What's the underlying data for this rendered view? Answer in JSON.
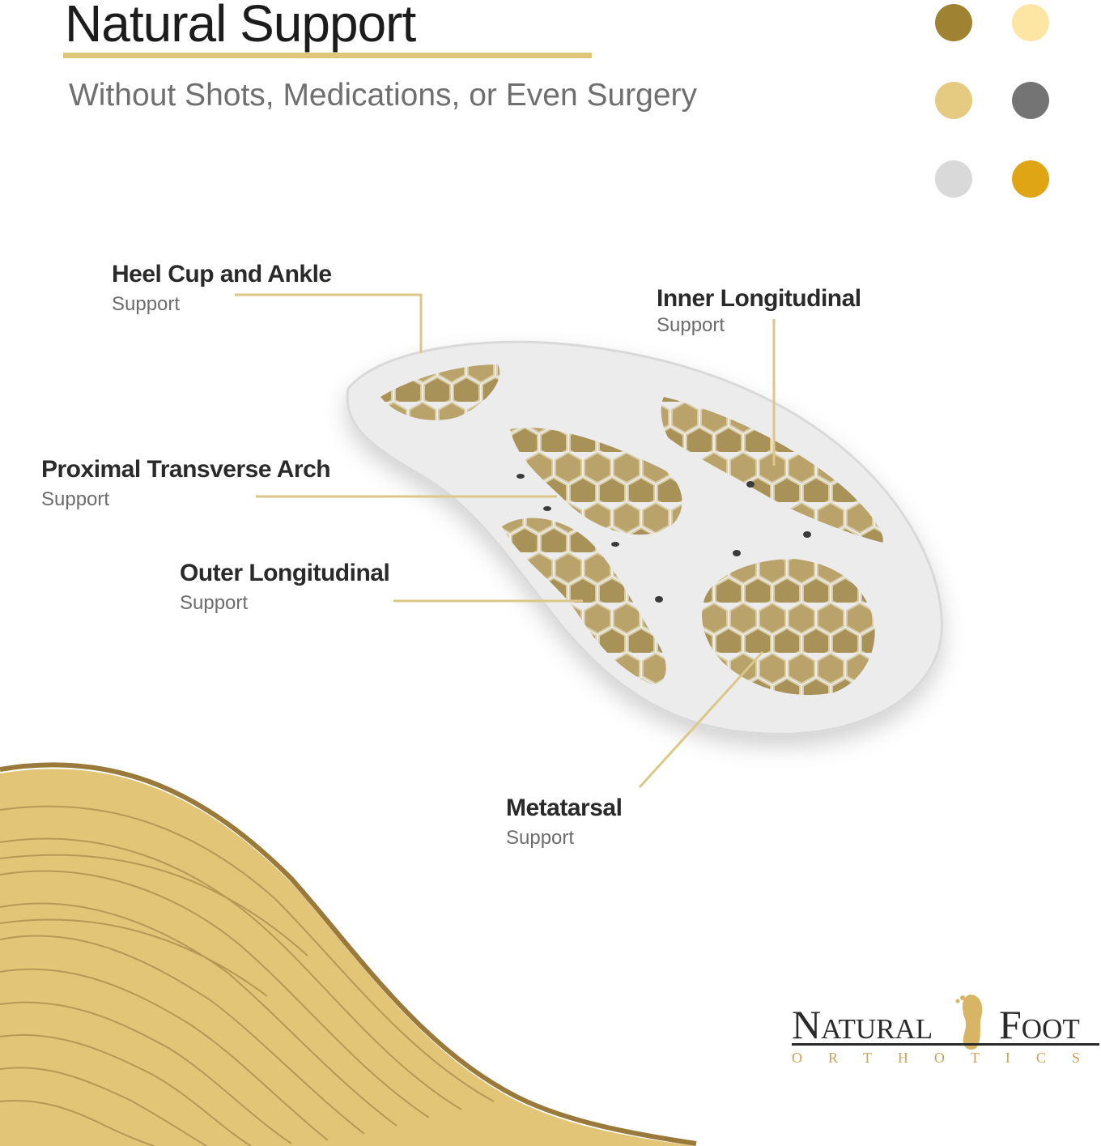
{
  "header": {
    "title": "Natural Support",
    "subtitle": "Without Shots, Medications, or Even Surgery"
  },
  "swatches": [
    {
      "name": "bronze",
      "color": "#a08233"
    },
    {
      "name": "pale-cream",
      "color": "#fde5a4"
    },
    {
      "name": "sand",
      "color": "#e5cb82"
    },
    {
      "name": "charcoal",
      "color": "#747474"
    },
    {
      "name": "light-gray",
      "color": "#d9d9d9"
    },
    {
      "name": "gold",
      "color": "#dfa514"
    }
  ],
  "callouts": [
    {
      "title": "Heel Cup and Ankle",
      "sub": "Support"
    },
    {
      "title": "Inner Longitudinal",
      "sub": "Support"
    },
    {
      "title": "Proximal Transverse Arch",
      "sub": "Support"
    },
    {
      "title": "Outer Longitudinal",
      "sub": "Support"
    },
    {
      "title": "Metatarsal",
      "sub": "Support"
    }
  ],
  "logo": {
    "word1": "Natural",
    "word2": "Foot",
    "sub": "ORTHOTICS"
  },
  "colors": {
    "accent": "#e0c67a",
    "leader": "#dcc68a",
    "hexagon": "#b9a36b",
    "wave": "#e3c578",
    "wave_dark": "#b8944a"
  }
}
